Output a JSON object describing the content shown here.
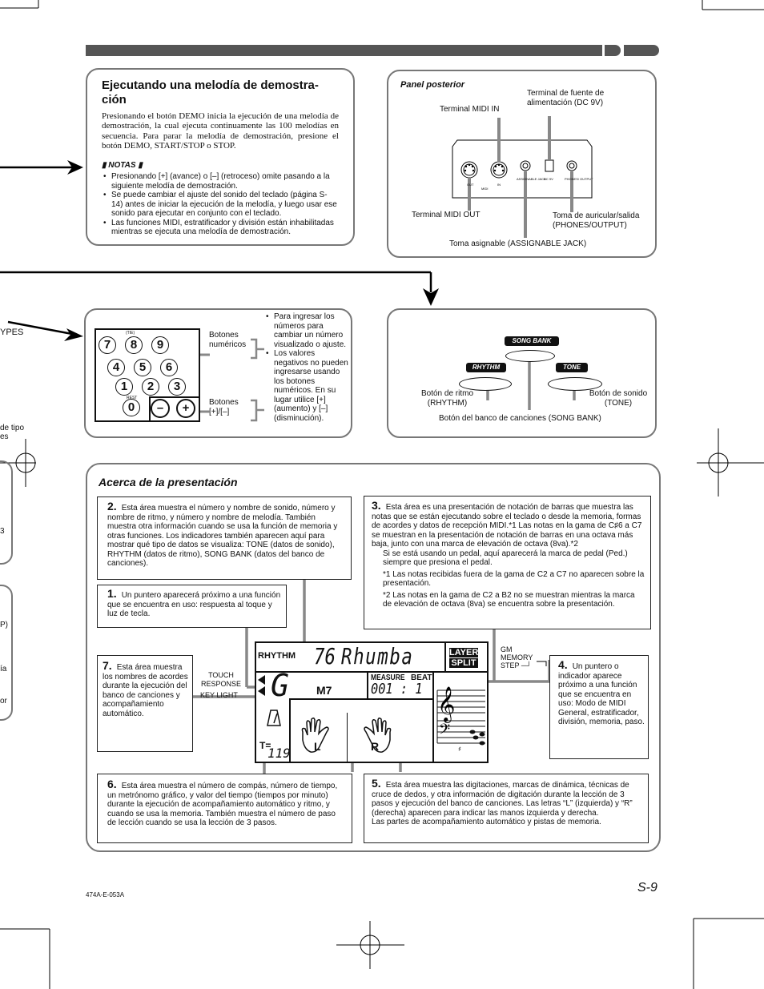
{
  "header_bar": {
    "color": "#555555"
  },
  "demo": {
    "title": "Ejecutando una melodía de demostra-ción",
    "body": "Presionando el botón DEMO inicia la ejecución de una melodía de demostración, la cual ejecuta continuamente las 100 melodías en secuencia. Para parar la melodía de demostración, presione el botón DEMO, START/STOP o STOP.",
    "notes_label": "NOTAS",
    "notes": [
      "Presionando [+] (avance) o [–] (retroceso) omite pasando a la siguiente melodía de demostración.",
      "Se puede cambiar el ajuste del sonido del teclado (página S-14) antes de iniciar la ejecución de la melodía, y luego usar ese sonido para ejecutar en conjunto con el teclado.",
      "Las funciones MIDI, estratificador y división están inhabilitadas mientras se ejecuta una melodía de demostración."
    ]
  },
  "rear_panel": {
    "title": "Panel posterior",
    "midi_in": "Terminal MIDI IN",
    "power": "Terminal de fuente de alimentación (DC 9V)",
    "midi_out": "Terminal MIDI OUT",
    "phones": "Toma de auricular/salida (PHONES/OUTPUT)",
    "assignable": "Toma asignable (ASSIGNABLE JACK)",
    "tiny": {
      "out": "OUT",
      "midi": "MIDI",
      "in": "IN",
      "assign": "ASSIGNABLE JACK",
      "dc": "DC 9V",
      "phones": "PHONES/ OUTPUT"
    }
  },
  "left_edge": {
    "types": "YPES",
    "tipo": "de tipo",
    "es": "es",
    "n3": "3",
    "p": "P)",
    "ia": "ía",
    "or": "or"
  },
  "keypad": {
    "keys": [
      "7",
      "8",
      "9",
      "4",
      "5",
      "6",
      "1",
      "2",
      "3",
      "0",
      "–",
      "+"
    ],
    "tiny": {
      "tie": "(TIE)",
      "rest": "REST"
    },
    "numeric_label": "Botones numéricos",
    "plusminus_label": "Botones [+]/[–]",
    "notes": [
      "Para ingresar los números para cambiar un número visualizado o ajuste.",
      "Los valores negativos no pueden ingresarse usando los botones numéricos.  En su lugar utilice [+] (aumento) y [–] (disminución)."
    ]
  },
  "bank_buttons": {
    "song_bank": "SONG BANK",
    "rhythm": "RHYTHM",
    "tone": "TONE",
    "rhythm_label": "Botón de ritmo (RHYTHM)",
    "tone_label": "Botón de sonido (TONE)",
    "bank_label": "Botón del banco de canciones (SONG BANK)"
  },
  "display_section": {
    "title": "Acerca de la presentación",
    "item2": {
      "num": "2.",
      "text": "Esta área muestra el número y nombre de sonido, número y nombre de ritmo, y número y nombre de melodía.  También muestra otra información cuando se usa la función de memoria y otras funciones.  Los indicadores también aparecen aquí para mostrar qué tipo de datos se visualiza: TONE (datos de sonido), RHYTHM (datos de ritmo), SONG BANK (datos del banco de canciones)."
    },
    "item1": {
      "num": "1.",
      "text": "Un puntero aparecerá próximo a una función que se encuentra en uso: respuesta al toque y luz de tecla."
    },
    "item3": {
      "num": "3.",
      "text": "Esta área es una presentación de notación de barras que muestra las notas que se están ejecutando sobre el teclado o desde la memoria, formas de acordes y datos de recepción MIDI.*1  Las notas en la gama de C♯6 a C7 se muestran en la presentación de notación de barras en una octava más baja, junto con una marca de elevación de octava (8va).*2",
      "pedal": "Si se está usando un pedal, aquí aparecerá la marca de pedal (Ped.) siempre que presiona el pedal.",
      "fn1": "*1  Las notas recibidas fuera de la gama de C2 a C7 no aparecen sobre la presentación.",
      "fn2": "*2  Las notas en la gama de C2 a B2 no se muestran mientras la marca de elevación de octava (8va) se encuentra sobre la presentación."
    },
    "item7": {
      "num": "7.",
      "text": "Esta área muestra los nombres de acordes durante la ejecución del banco de canciones y acompañamiento automático."
    },
    "item4": {
      "num": "4.",
      "text": "Un puntero o indicador aparece próximo a una función que se encuentra en uso: Modo de MIDI General, estratificador, división, memoria, paso."
    },
    "item6": {
      "num": "6.",
      "text": "Esta área muestra el número de compás, número de tiempo, un metrónomo gráfico, y valor del tiempo (tiempos por minuto) durante la ejecución de acompañamiento automático y ritmo, y cuando se usa la memoria.  También muestra el número de paso de lección cuando se usa la lección de 3 pasos."
    },
    "item5": {
      "num": "5.",
      "text": "Esta área muestra las digitaciones, marcas de dinámica, técnicas de cruce de dedos, y otra información de digitación durante la lección de 3 pasos y ejecución del banco de canciones.  Las letras “L” (izquierda) y “R” (derecha) aparecen para indicar las manos izquierda y derecha.\nLas partes de acompañamiento automático y pistas de memoria."
    },
    "touch": "TOUCH RESPONSE",
    "keylight": "KEY LIGHT",
    "gm": "GM",
    "memory": "MEMORY",
    "step": "STEP"
  },
  "lcd": {
    "rhythm": "RHYTHM",
    "number": "76",
    "name": "Rhumba",
    "layer": "LAYER",
    "split": "SPLIT",
    "chord": "G",
    "chord_suffix": "M7",
    "measure": "MEASURE",
    "beat": "BEAT",
    "counter": "001 : 1",
    "tempo_label": "T=",
    "tempo": "119",
    "left": "L",
    "right": "R"
  },
  "footer": {
    "code": "474A-E-053A",
    "page": "S-9"
  }
}
